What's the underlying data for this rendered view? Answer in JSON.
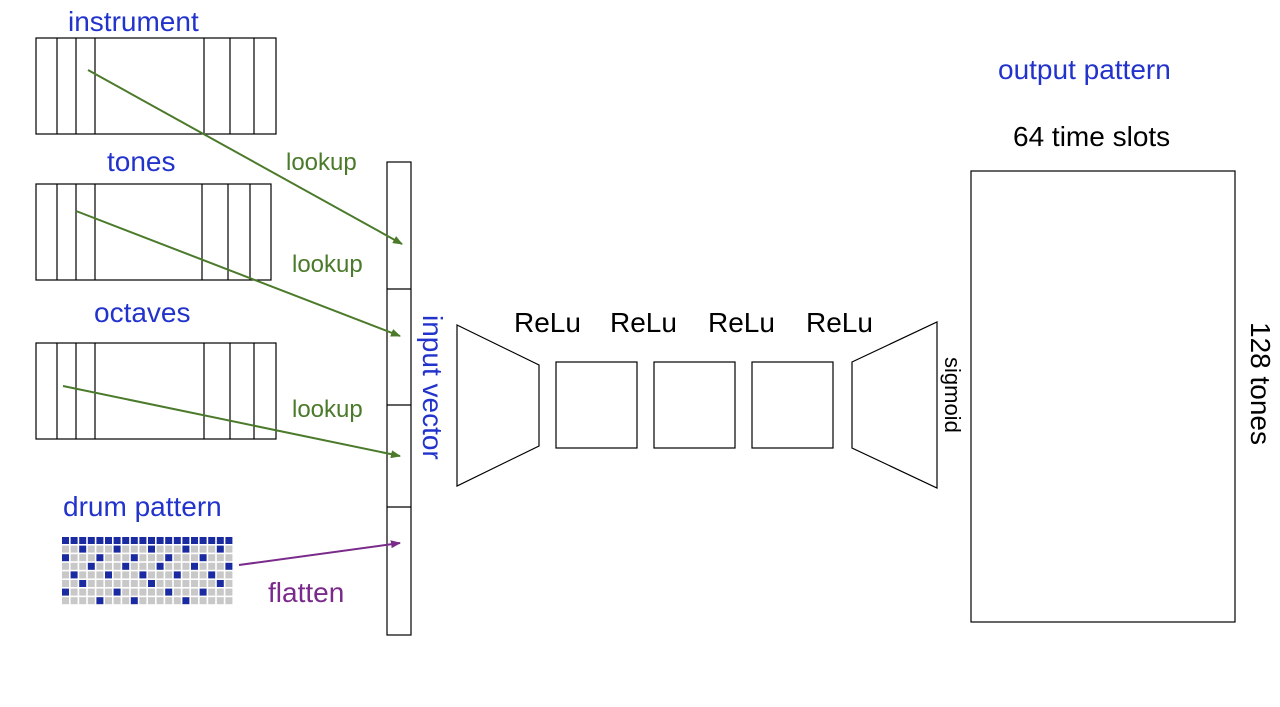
{
  "labels": {
    "instrument": "instrument",
    "tones": "tones",
    "octaves": "octaves",
    "drum_pattern": "drum pattern",
    "lookup_1": "lookup",
    "lookup_2": "lookup",
    "lookup_3": "lookup",
    "flatten": "flatten",
    "input_vector": "input vector",
    "relu_1": "ReLu",
    "relu_2": "ReLu",
    "relu_3": "ReLu",
    "relu_4": "ReLu",
    "sigmoid": "sigmoid",
    "output_pattern": "output pattern",
    "time_slots": "64 time slots",
    "tones_128": "128 tones"
  },
  "colors": {
    "blue_label": "#2233cc",
    "green_label": "#4a7a2a",
    "green_arrow": "#4a7a2a",
    "purple": "#7a2a8a",
    "stroke": "#000000",
    "drum_grid": "#c8c8c8",
    "drum_on": "#1a2aa0"
  },
  "drum_pattern": {
    "rows": 8,
    "cols": 20,
    "active": [
      [
        0,
        0
      ],
      [
        0,
        1
      ],
      [
        0,
        2
      ],
      [
        0,
        3
      ],
      [
        0,
        4
      ],
      [
        0,
        5
      ],
      [
        0,
        6
      ],
      [
        0,
        7
      ],
      [
        0,
        8
      ],
      [
        0,
        9
      ],
      [
        0,
        10
      ],
      [
        0,
        11
      ],
      [
        0,
        12
      ],
      [
        0,
        13
      ],
      [
        0,
        14
      ],
      [
        0,
        15
      ],
      [
        0,
        16
      ],
      [
        0,
        17
      ],
      [
        0,
        18
      ],
      [
        0,
        19
      ],
      [
        1,
        2
      ],
      [
        1,
        6
      ],
      [
        1,
        10
      ],
      [
        1,
        14
      ],
      [
        1,
        18
      ],
      [
        2,
        0
      ],
      [
        2,
        4
      ],
      [
        2,
        8
      ],
      [
        2,
        12
      ],
      [
        2,
        16
      ],
      [
        3,
        3
      ],
      [
        3,
        7
      ],
      [
        3,
        11
      ],
      [
        3,
        15
      ],
      [
        3,
        19
      ],
      [
        4,
        1
      ],
      [
        4,
        5
      ],
      [
        4,
        9
      ],
      [
        4,
        13
      ],
      [
        4,
        17
      ],
      [
        5,
        2
      ],
      [
        5,
        10
      ],
      [
        5,
        18
      ],
      [
        6,
        0
      ],
      [
        6,
        6
      ],
      [
        6,
        12
      ],
      [
        6,
        16
      ],
      [
        7,
        4
      ],
      [
        7,
        8
      ],
      [
        7,
        14
      ]
    ]
  }
}
